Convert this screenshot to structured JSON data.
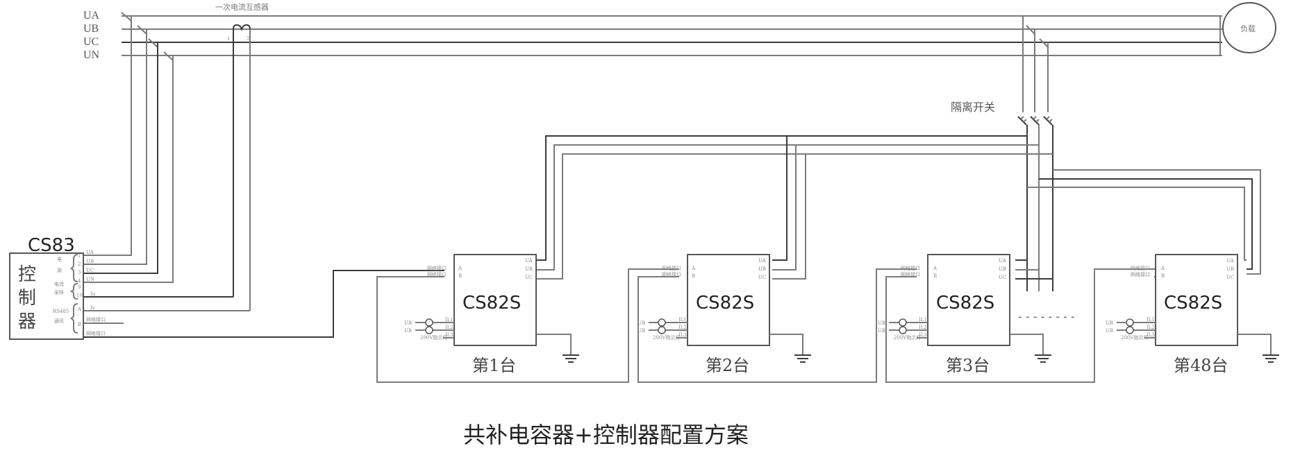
{
  "title": "共补电容器+控制器配置方案",
  "bus": {
    "phases": [
      "UA",
      "UB",
      "UC",
      "UN"
    ],
    "ct_label": "一次电流互感器",
    "ct_terminals": [
      "1",
      "2"
    ],
    "load_label": "负载",
    "isolator_label": "隔离开关"
  },
  "controller": {
    "model": "CS83",
    "name_chars": [
      "控",
      "制",
      "器"
    ],
    "groups": [
      {
        "label_lines": [
          "电",
          "源"
        ],
        "pins": [
          {
            "num": "1",
            "signal": "UA"
          },
          {
            "num": "2",
            "signal": "UB"
          },
          {
            "num": "3",
            "signal": "UC"
          },
          {
            "num": "4",
            "signal": "UN"
          }
        ]
      },
      {
        "label_lines": [
          "电流",
          "采样"
        ],
        "pins": [
          {
            "num": "9",
            "signal": "Iu"
          },
          {
            "num": "10",
            "signal": "Iv"
          }
        ]
      },
      {
        "label_lines": [
          "RS485",
          "通讯"
        ],
        "pins": [
          {
            "num": "A",
            "signal": "网络接口"
          },
          {
            "num": "B",
            "signal": "网络接口"
          }
        ]
      }
    ]
  },
  "units": [
    {
      "model": "CS82S",
      "caption": "第1台"
    },
    {
      "model": "CS82S",
      "caption": "第2台"
    },
    {
      "model": "CS82S",
      "caption": "第3台"
    },
    {
      "model": "CS82S",
      "caption": "第48台"
    }
  ],
  "unit_pins": {
    "net_labels": [
      "网络接口",
      "网络接口"
    ],
    "net_pins": [
      "A",
      "B"
    ],
    "phase_pins": [
      "UA",
      "UB",
      "UC"
    ],
    "lamp_inputs": [
      "UB",
      "UB"
    ],
    "lamp_pins": [
      "IL1",
      "IL2",
      "IL3"
    ],
    "lamp_note": "200V指示灯"
  },
  "ellipsis": "- - - - - - - -"
}
